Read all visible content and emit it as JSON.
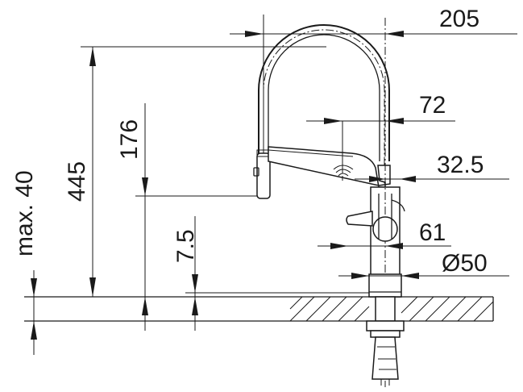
{
  "dimensions": {
    "reach": "205",
    "total_height": "445",
    "spout_height": "176",
    "worktop_thickness": "max. 40",
    "sensor_offset": "72",
    "body_offset": "32.5",
    "hose_clearance": "7.5",
    "lever_offset": "61",
    "base_diameter": "Ø50"
  }
}
